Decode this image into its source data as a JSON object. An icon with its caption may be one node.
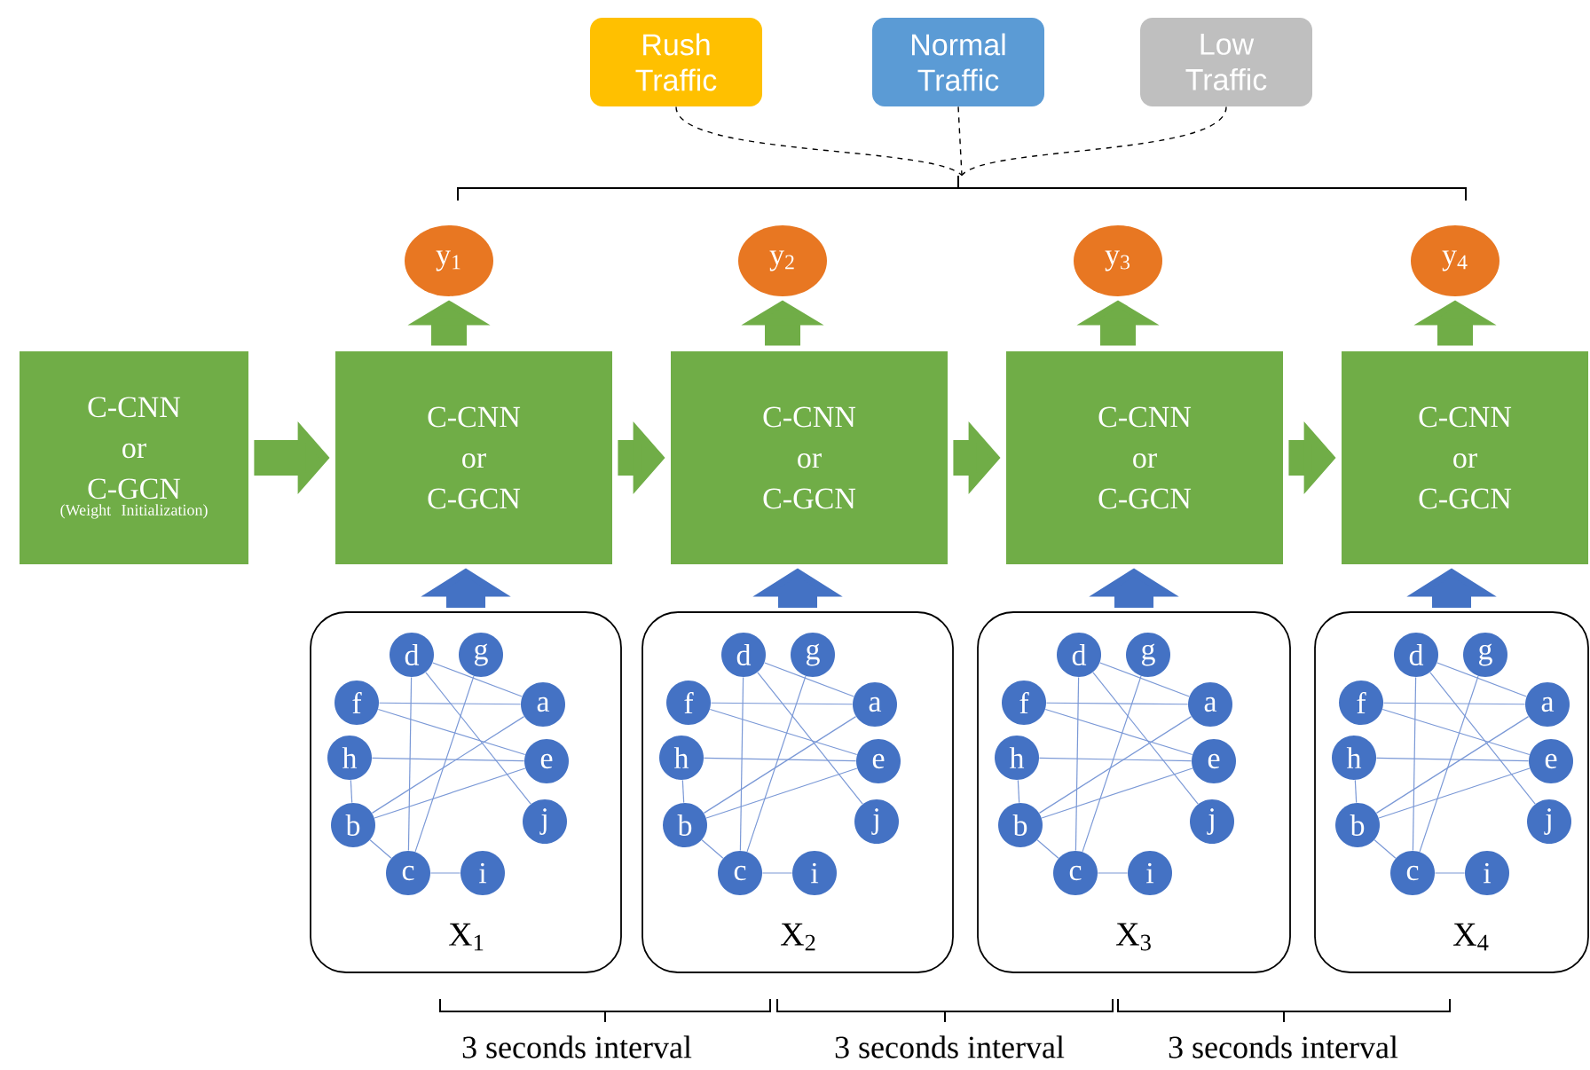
{
  "diagram": {
    "nodes": [
      {
        "text": [
          "Rush Traffic"
        ]
      },
      {
        "text": [
          "Normal Traffic"
        ]
      },
      {
        "text": [
          "Low Traffic"
        ]
      },
      {
        "text": [
          "y$_{1}$"
        ]
      },
      {
        "text": [
          "y$_{2}$"
        ]
      },
      {
        "text": [
          "y$_{3}$"
        ]
      },
      {
        "text": [
          "y$_{4}$"
        ]
      },
      {
        "text": [
          "C-CNN or C-GCN",
          "(Weight Initialization)"
        ]
      },
      {
        "text": [
          "C-CNN or C-GCN"
        ]
      },
      {
        "text": [
          "C-CNN or C-GCN"
        ]
      },
      {
        "text": [
          "C-CNN or C-GCN"
        ]
      },
      {
        "text": [
          "C-CNN or C-GCN"
        ]
      },
      {
        "text": [
          "X$_{1}$"
        ]
      },
      {
        "text": [
          "d"
        ],
        "in": 12
      },
      {
        "text": [
          "g"
        ],
        "in": 12
      },
      {
        "text": [
          "f"
        ],
        "in": 12
      },
      {
        "text": [
          "a"
        ],
        "in": 12
      },
      {
        "text": [
          "h"
        ],
        "in": 12
      },
      {
        "text": [
          "e"
        ],
        "in": 12
      },
      {
        "text": [
          "b"
        ],
        "in": 12
      },
      {
        "text": [
          "j"
        ],
        "in": 12
      },
      {
        "text": [
          "c"
        ],
        "in": 12
      },
      {
        "text": [
          "i"
        ],
        "in": 12
      },
      {
        "text": [
          "X$_{2}$"
        ]
      },
      {
        "text": [
          "d"
        ],
        "in": 23
      },
      {
        "text": [
          "g"
        ],
        "in": 23
      },
      {
        "text": [
          "f"
        ],
        "in": 23
      },
      {
        "text": [
          "a"
        ],
        "in": 23
      },
      {
        "text": [
          "h"
        ],
        "in": 23
      },
      {
        "text": [
          "e"
        ],
        "in": 23
      },
      {
        "text": [
          "b"
        ],
        "in": 23
      },
      {
        "text": [
          "j"
        ],
        "in": 23
      },
      {
        "text": [
          "c"
        ],
        "in": 23
      },
      {
        "text": [
          "i"
        ],
        "in": 23
      },
      {
        "text": [
          "X$_{3}$"
        ]
      },
      {
        "text": [
          "d"
        ],
        "in": 34
      },
      {
        "text": [
          "g"
        ],
        "in": 34
      },
      {
        "text": [
          "f"
        ],
        "in": 34
      },
      {
        "text": [
          "a"
        ],
        "in": 34
      },
      {
        "text": [
          "h"
        ],
        "in": 34
      },
      {
        "text": [
          "e"
        ],
        "in": 34
      },
      {
        "text": [
          "b"
        ],
        "in": 34
      },
      {
        "text": [
          "j"
        ],
        "in": 34
      },
      {
        "text": [
          "c"
        ],
        "in": 34
      },
      {
        "text": [
          "i"
        ],
        "in": 34
      },
      {
        "text": [
          "X$_{4}$"
        ]
      },
      {
        "text": [
          "d"
        ],
        "in": 45
      },
      {
        "text": [
          "g"
        ],
        "in": 45
      },
      {
        "text": [
          "f"
        ],
        "in": 45
      },
      {
        "text": [
          "a"
        ],
        "in": 45
      },
      {
        "text": [
          "h"
        ],
        "in": 45
      },
      {
        "text": [
          "e"
        ],
        "in": 45
      },
      {
        "text": [
          "b"
        ],
        "in": 45
      },
      {
        "text": [
          "j"
        ],
        "in": 45
      },
      {
        "text": [
          "c"
        ],
        "in": 45
      },
      {
        "text": [
          "i"
        ],
        "in": 45
      },
      {
        "text": [],
        "shape": "bracket"
      }
    ],
    "edges": [
      {
        "from": 0,
        "to": 56,
        "arrow": "none",
        "style": "dashed",
        "color": "#000000"
      },
      {
        "from": 1,
        "to": 56,
        "arrow": "none",
        "style": "dashed",
        "color": "#000000"
      },
      {
        "from": 2,
        "to": 56,
        "arrow": "none",
        "style": "dashed",
        "color": "#000000"
      },
      {
        "from": 7,
        "to": 8,
        "arrow": "to",
        "style": "thick",
        "color": "#70ad47"
      },
      {
        "from": 8,
        "to": 9,
        "arrow": "to",
        "style": "thick",
        "color": "#70ad47"
      },
      {
        "from": 9,
        "to": 10,
        "arrow": "to",
        "style": "thick",
        "color": "#70ad47"
      },
      {
        "from": 10,
        "to": 11,
        "arrow": "to",
        "style": "thick",
        "color": "#70ad47"
      },
      {
        "from": 8,
        "to": 3,
        "arrow": "to",
        "style": "thick",
        "color": "#70ad47"
      },
      {
        "from": 9,
        "to": 4,
        "arrow": "to",
        "style": "thick",
        "color": "#70ad47"
      },
      {
        "from": 10,
        "to": 5,
        "arrow": "to",
        "style": "thick",
        "color": "#70ad47"
      },
      {
        "from": 11,
        "to": 6,
        "arrow": "to",
        "style": "thick",
        "color": "#70ad47"
      },
      {
        "from": 12,
        "to": 8,
        "arrow": "to",
        "style": "thick",
        "color": "#4472c4"
      },
      {
        "from": 23,
        "to": 9,
        "arrow": "to",
        "style": "thick",
        "color": "#4472c4"
      },
      {
        "from": 34,
        "to": 10,
        "arrow": "to",
        "style": "thick",
        "color": "#4472c4"
      },
      {
        "from": 45,
        "to": 11,
        "arrow": "to",
        "style": "thick",
        "color": "#4472c4"
      },
      {
        "from": 13,
        "to": 16,
        "arrow": "none"
      },
      {
        "from": 13,
        "to": 20,
        "arrow": "none"
      },
      {
        "from": 13,
        "to": 21,
        "arrow": "none"
      },
      {
        "from": 14,
        "to": 21,
        "arrow": "none"
      },
      {
        "from": 15,
        "to": 16,
        "arrow": "none"
      },
      {
        "from": 15,
        "to": 18,
        "arrow": "none"
      },
      {
        "from": 17,
        "to": 18,
        "arrow": "none"
      },
      {
        "from": 17,
        "to": 19,
        "arrow": "none"
      },
      {
        "from": 19,
        "to": 16,
        "arrow": "none"
      },
      {
        "from": 19,
        "to": 18,
        "arrow": "none"
      },
      {
        "from": 19,
        "to": 21,
        "arrow": "none"
      },
      {
        "from": 21,
        "to": 22,
        "arrow": "none"
      },
      {
        "from": 24,
        "to": 27,
        "arrow": "none"
      },
      {
        "from": 24,
        "to": 31,
        "arrow": "none"
      },
      {
        "from": 24,
        "to": 32,
        "arrow": "none"
      },
      {
        "from": 25,
        "to": 32,
        "arrow": "none"
      },
      {
        "from": 26,
        "to": 27,
        "arrow": "none"
      },
      {
        "from": 26,
        "to": 29,
        "arrow": "none"
      },
      {
        "from": 28,
        "to": 29,
        "arrow": "none"
      },
      {
        "from": 28,
        "to": 30,
        "arrow": "none"
      },
      {
        "from": 30,
        "to": 27,
        "arrow": "none"
      },
      {
        "from": 30,
        "to": 29,
        "arrow": "none"
      },
      {
        "from": 30,
        "to": 32,
        "arrow": "none"
      },
      {
        "from": 32,
        "to": 33,
        "arrow": "none"
      },
      {
        "from": 35,
        "to": 38,
        "arrow": "none"
      },
      {
        "from": 35,
        "to": 42,
        "arrow": "none"
      },
      {
        "from": 35,
        "to": 43,
        "arrow": "none"
      },
      {
        "from": 36,
        "to": 43,
        "arrow": "none"
      },
      {
        "from": 37,
        "to": 38,
        "arrow": "none"
      },
      {
        "from": 37,
        "to": 40,
        "arrow": "none"
      },
      {
        "from": 39,
        "to": 40,
        "arrow": "none"
      },
      {
        "from": 39,
        "to": 41,
        "arrow": "none"
      },
      {
        "from": 41,
        "to": 38,
        "arrow": "none"
      },
      {
        "from": 41,
        "to": 40,
        "arrow": "none"
      },
      {
        "from": 41,
        "to": 43,
        "arrow": "none"
      },
      {
        "from": 43,
        "to": 44,
        "arrow": "none"
      },
      {
        "from": 46,
        "to": 49,
        "arrow": "none"
      },
      {
        "from": 46,
        "to": 53,
        "arrow": "none"
      },
      {
        "from": 46,
        "to": 54,
        "arrow": "none"
      },
      {
        "from": 47,
        "to": 54,
        "arrow": "none"
      },
      {
        "from": 48,
        "to": 49,
        "arrow": "none"
      },
      {
        "from": 48,
        "to": 51,
        "arrow": "none"
      },
      {
        "from": 50,
        "to": 51,
        "arrow": "none"
      },
      {
        "from": 50,
        "to": 52,
        "arrow": "none"
      },
      {
        "from": 52,
        "to": 49,
        "arrow": "none"
      },
      {
        "from": 52,
        "to": 51,
        "arrow": "none"
      },
      {
        "from": 52,
        "to": 54,
        "arrow": "none"
      },
      {
        "from": 54,
        "to": 55,
        "arrow": "none"
      }
    ],
    "labels": [
      "3 seconds interval",
      "3 seconds interval",
      "3 seconds interval"
    ]
  }
}
